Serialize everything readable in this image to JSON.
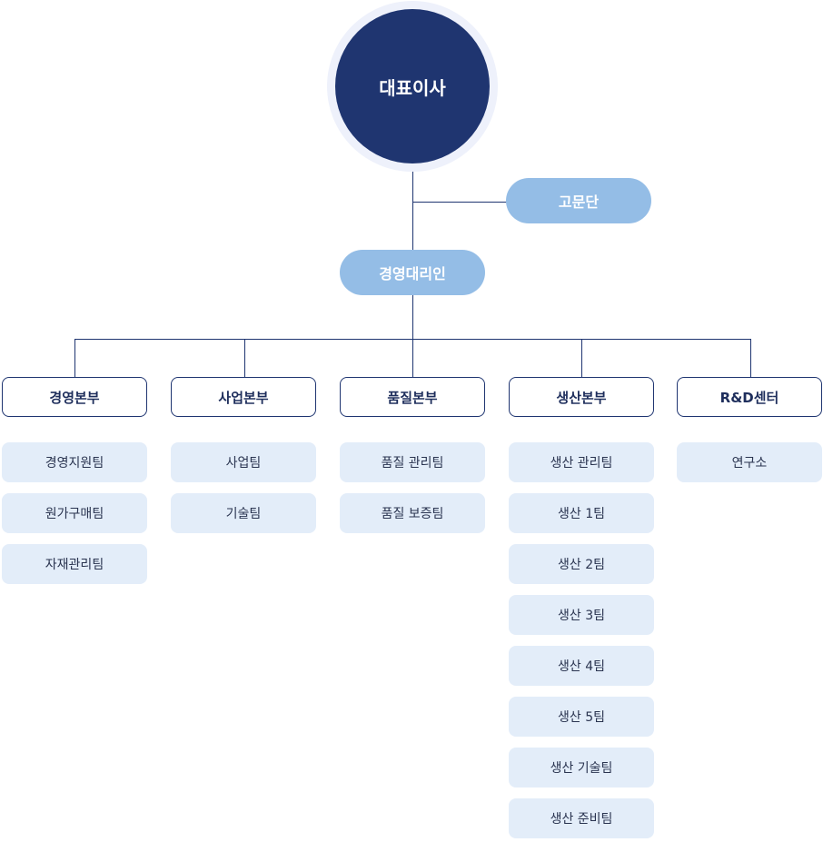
{
  "ceo": {
    "label": "대표이사"
  },
  "advisory": {
    "label": "고문단"
  },
  "deputy": {
    "label": "경영대리인"
  },
  "divisions": [
    {
      "label": "경영본부",
      "teams": [
        "경영지원팀",
        "원가구매팀",
        "자재관리팀"
      ]
    },
    {
      "label": "사업본부",
      "teams": [
        "사업팀",
        "기술팀"
      ]
    },
    {
      "label": "품질본부",
      "teams": [
        "품질 관리팀",
        "품질 보증팀"
      ]
    },
    {
      "label": "생산본부",
      "teams": [
        "생산 관리팀",
        "생산 1팀",
        "생산 2팀",
        "생산 3팀",
        "생산 4팀",
        "생산 5팀",
        "생산 기술팀",
        "생산 준비팀"
      ]
    },
    {
      "label": "R&D센터",
      "teams": [
        "연구소"
      ]
    }
  ],
  "colors": {
    "navy": "#1f3570",
    "pill": "#94bde6",
    "team_bg": "#e3edf9",
    "ring": "#eef1fb"
  }
}
